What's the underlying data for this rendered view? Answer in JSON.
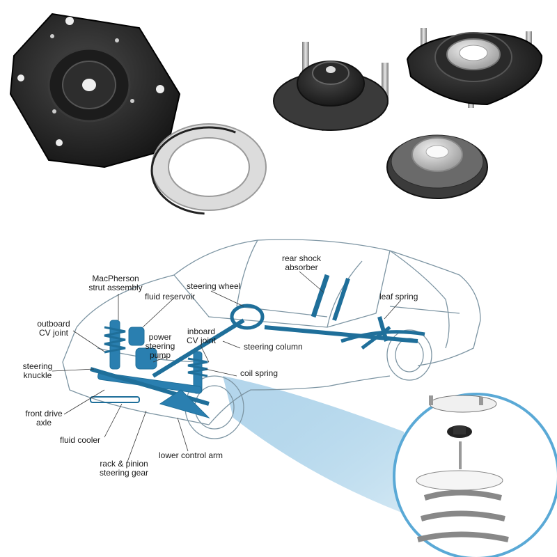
{
  "labels": {
    "macpherson": "MacPherson\nstrut assembly",
    "fluid_reservoir": "fluid reservoir",
    "steering_wheel": "steering wheel",
    "rear_shock": "rear shock\nabsorber",
    "leaf_spring": "leaf spring",
    "outboard_cv": "outboard\nCV joint",
    "power_steering_pump": "power\nsteering\npump",
    "inboard_cv": "inboard\nCV joint",
    "steering_column": "steering column",
    "steering_knuckle": "steering\nknuckle",
    "coil_spring": "coil spring",
    "front_drive_axle": "front drive\naxle",
    "fluid_cooler": "fluid cooler",
    "rack_pinion": "rack & pinion\nsteering gear",
    "lower_control_arm": "lower control arm"
  },
  "colors": {
    "suspension_blue": "#1f6f9a",
    "car_outline": "#6e8796",
    "part_black": "#222222",
    "magnifier_ring": "#5aa9d6"
  }
}
